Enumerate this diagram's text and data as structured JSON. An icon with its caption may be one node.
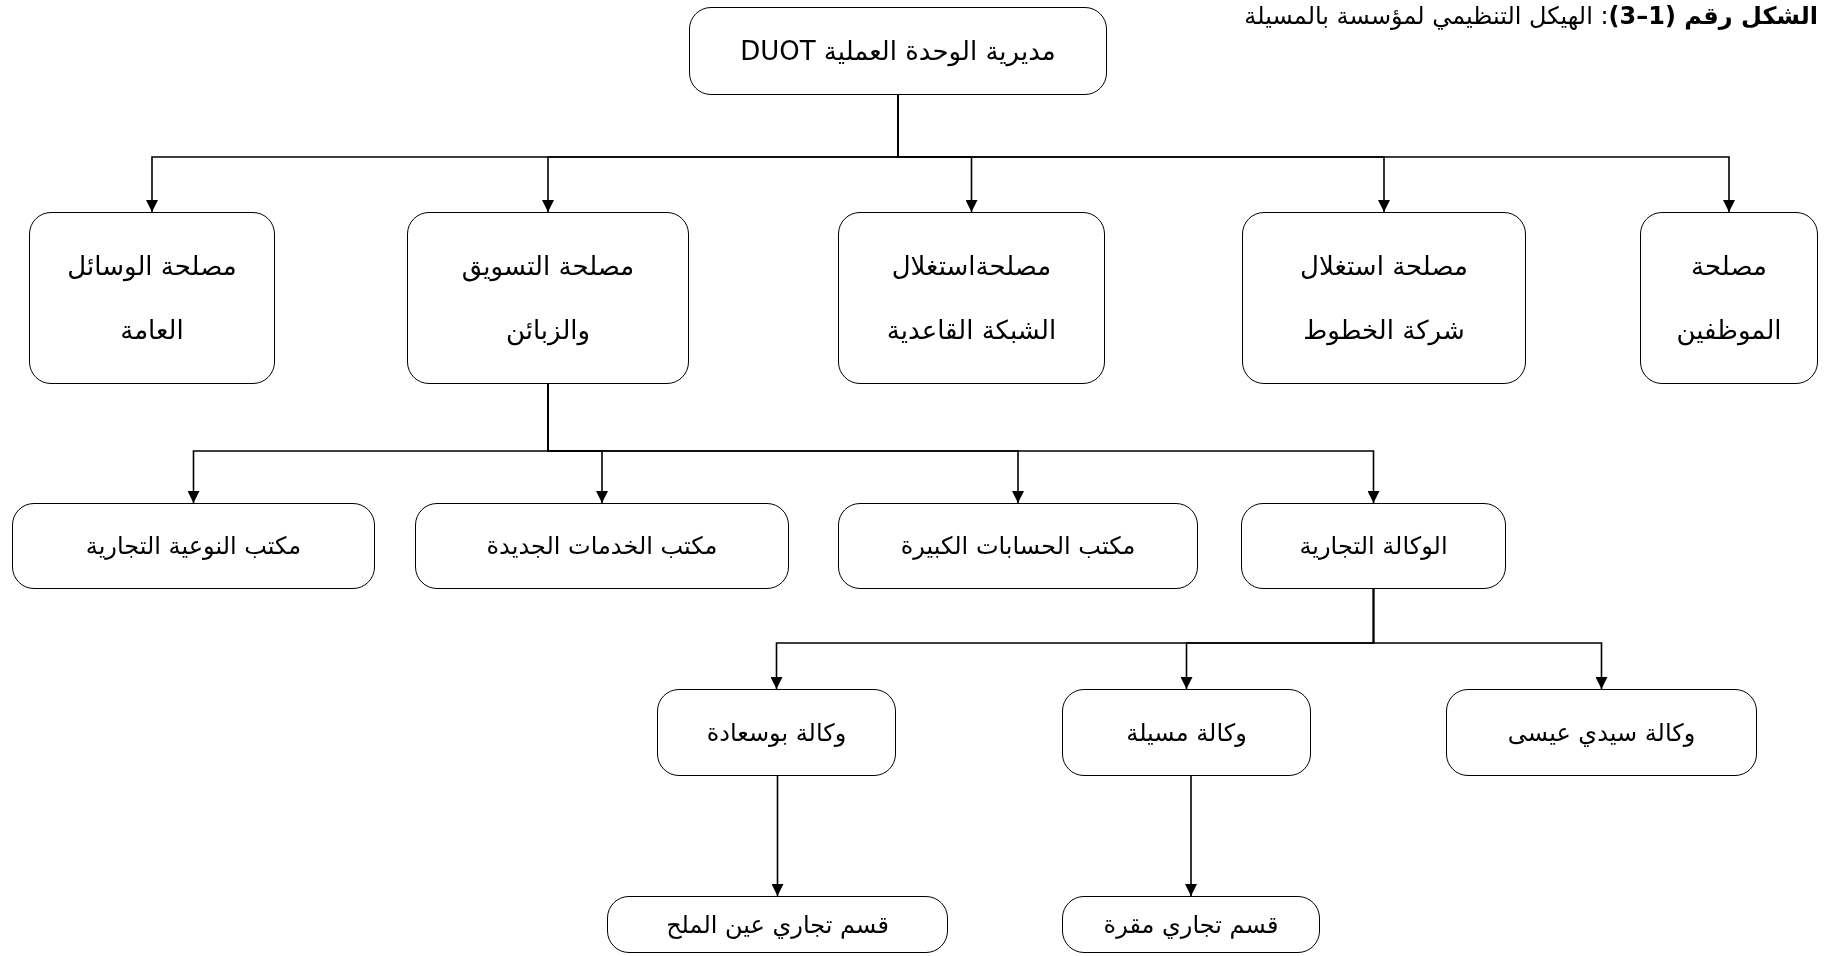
{
  "diagram": {
    "title": "**الشكل رقم (1–3)**: الهيكل التنظيمي لمؤسسة بالمسيلة",
    "nodes": [
      {
        "text": [
          "مديرية الوحدة العملية DUOT"
        ]
      },
      {
        "text": [
          "مصلحة الموظفين"
        ]
      },
      {
        "text": [
          "مصلحة استغلال شركة الخطوط"
        ]
      },
      {
        "text": [
          "مصلحةاستغلال الشبكة القاعدية"
        ]
      },
      {
        "text": [
          "مصلحة التسويق والزبائن"
        ]
      },
      {
        "text": [
          "مصلحة الوسائل العامة"
        ]
      },
      {
        "text": [
          "الوكالة التجارية"
        ]
      },
      {
        "text": [
          "مكتب الحسابات الكبيرة"
        ]
      },
      {
        "text": [
          "مكتب الخدمات الجديدة"
        ]
      },
      {
        "text": [
          "مكتب النوعية التجارية"
        ]
      },
      {
        "text": [
          "وكالة سيدي عيسى"
        ]
      },
      {
        "text": [
          "وكالة مسيلة"
        ]
      },
      {
        "text": [
          "وكالة بوسعادة"
        ]
      },
      {
        "text": [
          "قسم تجاري مقرة"
        ]
      },
      {
        "text": [
          "قسم تجاري عين الملح"
        ]
      }
    ],
    "edges": [
      {
        "from": 0,
        "to": 1,
        "arrow": "to"
      },
      {
        "from": 0,
        "to": 2,
        "arrow": "to"
      },
      {
        "from": 0,
        "to": 3,
        "arrow": "to"
      },
      {
        "from": 0,
        "to": 4,
        "arrow": "to"
      },
      {
        "from": 0,
        "to": 5,
        "arrow": "to"
      },
      {
        "from": 4,
        "to": 6,
        "arrow": "to"
      },
      {
        "from": 4,
        "to": 7,
        "arrow": "to"
      },
      {
        "from": 4,
        "to": 8,
        "arrow": "to"
      },
      {
        "from": 4,
        "to": 9,
        "arrow": "to"
      },
      {
        "from": 6,
        "to": 10,
        "arrow": "to"
      },
      {
        "from": 6,
        "to": 11,
        "arrow": "to"
      },
      {
        "from": 6,
        "to": 12,
        "arrow": "to"
      },
      {
        "from": 11,
        "to": 13,
        "arrow": "to"
      },
      {
        "from": 12,
        "to": 14,
        "arrow": "to"
      }
    ]
  }
}
